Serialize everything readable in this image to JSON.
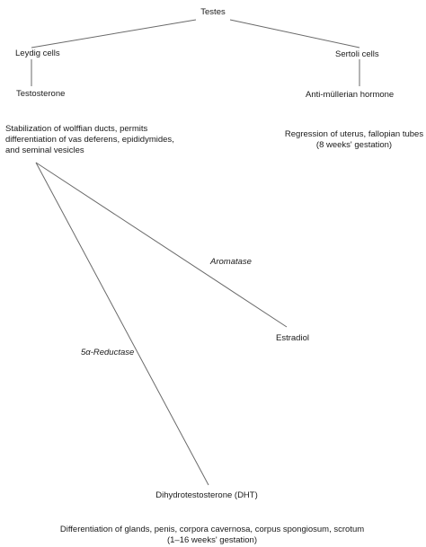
{
  "nodes": {
    "testes": "Testes",
    "leydig": "Leydig cells",
    "sertoli": "Sertoli cells",
    "testosterone": "Testosterone",
    "amh": "Anti-müllerian hormone",
    "wolffian": {
      "line1": "Stabilization of wolffian ducts, permits",
      "line2": "differentiation of vas deferens, epididymides,",
      "line3": "and seminal vesicles"
    },
    "regression": {
      "line1": "Regression of uterus, fallopian tubes",
      "line2": "(8 weeks' gestation)"
    },
    "estradiol": "Estradiol",
    "dht": "Dihydrotestosterone (DHT)",
    "differentiation": {
      "line1": "Differentiation of glands, penis, corpora cavernosa, corpus spongiosum, scrotum",
      "line2": "(1–16 weeks' gestation)"
    }
  },
  "edge_labels": {
    "aromatase": "Aromatase",
    "reductase": "5α-Reductase"
  },
  "colors": {
    "line": "#6a6a6a",
    "text": "#1a1a1a"
  }
}
